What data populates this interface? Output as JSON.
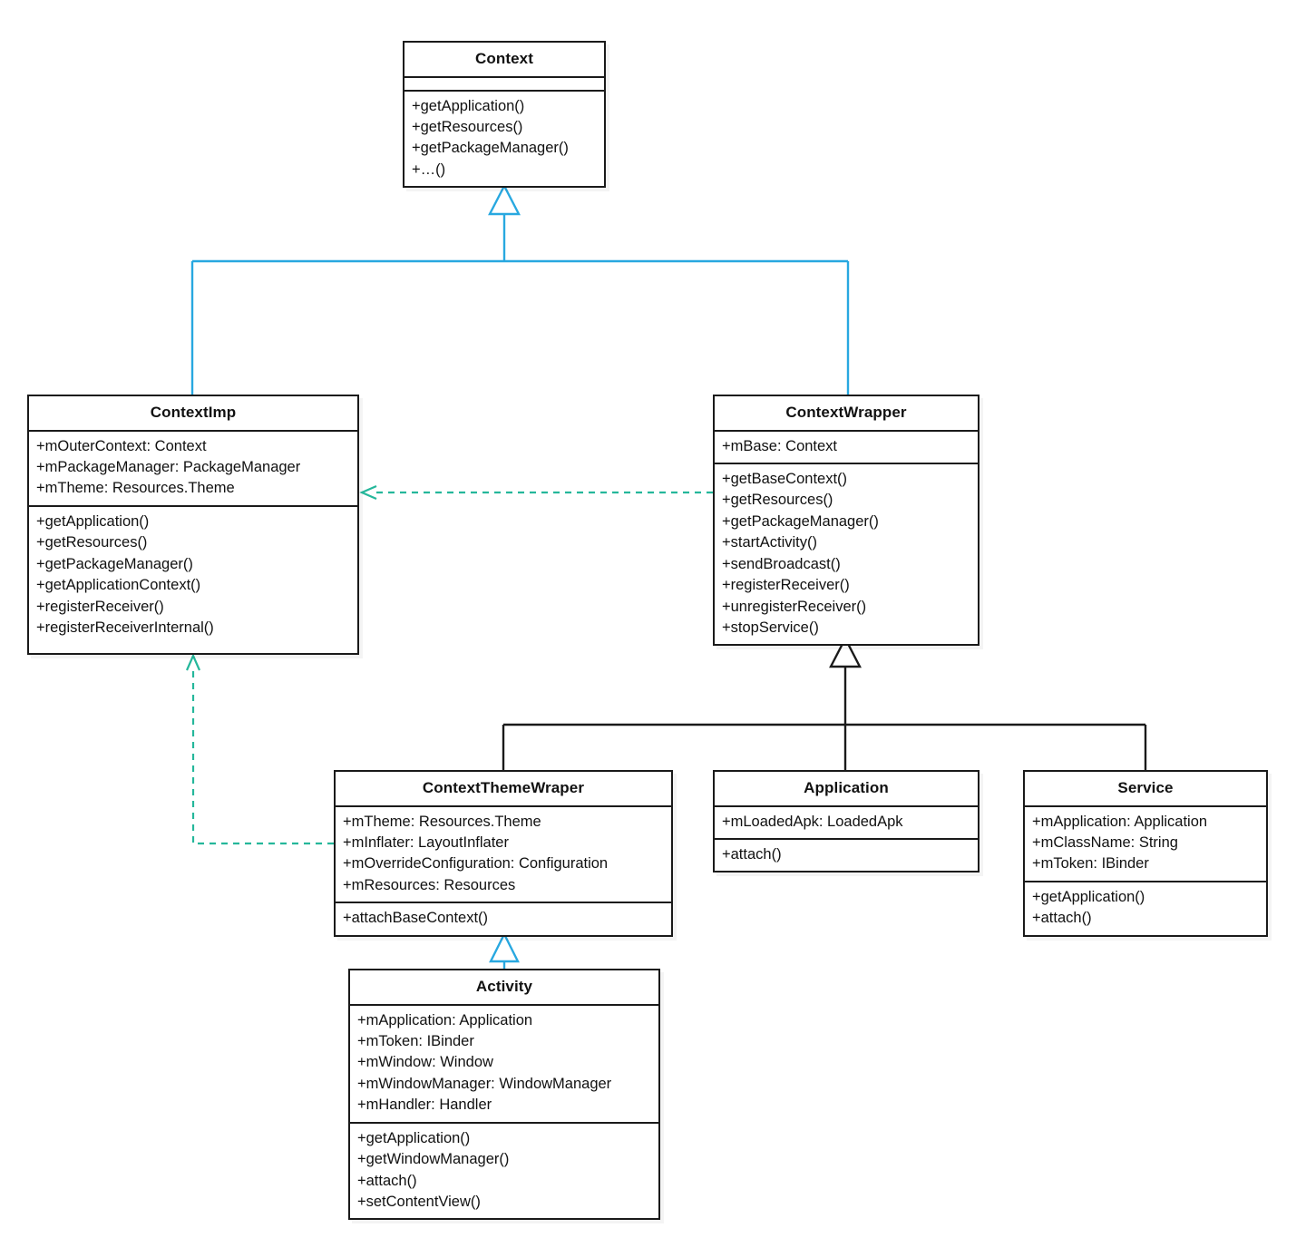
{
  "diagram": {
    "title": "Android Context class hierarchy UML diagram",
    "background": "#ffffff",
    "colors": {
      "box_border": "#1a1a1a",
      "text": "#111111",
      "inheritance_blue": "#28a8e0",
      "inheritance_black": "#1a1a1a",
      "realization_green": "#25b79b"
    }
  },
  "classes": [
    {
      "id": "context",
      "name": "Context",
      "attributes": [],
      "methods": [
        "+getApplication()",
        "+getResources()",
        "+getPackageManager()",
        "+…()"
      ]
    },
    {
      "id": "contextimp",
      "name": "ContextImp",
      "attributes": [
        "+mOuterContext: Context",
        "+mPackageManager: PackageManager",
        "+mTheme: Resources.Theme"
      ],
      "methods": [
        "+getApplication()",
        "+getResources()",
        "+getPackageManager()",
        "+getApplicationContext()",
        "+registerReceiver()",
        "+registerReceiverInternal()"
      ]
    },
    {
      "id": "contextwrapper",
      "name": "ContextWrapper",
      "attributes": [
        "+mBase: Context"
      ],
      "methods": [
        "+getBaseContext()",
        "+getResources()",
        "+getPackageManager()",
        "+startActivity()",
        "+sendBroadcast()",
        "+registerReceiver()",
        "+unregisterReceiver()",
        "+stopService()"
      ]
    },
    {
      "id": "contextthemewraper",
      "name": "ContextThemeWraper",
      "attributes": [
        "+mTheme: Resources.Theme",
        "+mInflater: LayoutInflater",
        "+mOverrideConfiguration: Configuration",
        "+mResources: Resources"
      ],
      "methods": [
        "+attachBaseContext()"
      ]
    },
    {
      "id": "application",
      "name": "Application",
      "attributes": [
        "+mLoadedApk: LoadedApk"
      ],
      "methods": [
        "+attach()"
      ]
    },
    {
      "id": "service",
      "name": "Service",
      "attributes": [
        "+mApplication: Application",
        "+mClassName: String",
        "+mToken: IBinder"
      ],
      "methods": [
        "+getApplication()",
        "+attach()"
      ]
    },
    {
      "id": "activity",
      "name": "Activity",
      "attributes": [
        "+mApplication: Application",
        "+mToken: IBinder",
        "+mWindow: Window",
        "+mWindowManager: WindowManager",
        "+mHandler: Handler"
      ],
      "methods": [
        "+getApplication()",
        "+getWindowManager()",
        "+attach()",
        "+setContentView()"
      ]
    }
  ],
  "relations": [
    {
      "from": "ContextImp",
      "to": "Context",
      "type": "inheritance",
      "color": "#28a8e0"
    },
    {
      "from": "ContextWrapper",
      "to": "Context",
      "type": "inheritance",
      "color": "#28a8e0"
    },
    {
      "from": "ContextWrapper",
      "to": "ContextImp",
      "type": "dependency",
      "color": "#25b79b"
    },
    {
      "from": "ContextThemeWraper",
      "to": "ContextImp",
      "type": "dependency",
      "color": "#25b79b"
    },
    {
      "from": "ContextThemeWraper",
      "to": "ContextWrapper",
      "type": "inheritance",
      "color": "#1a1a1a"
    },
    {
      "from": "Application",
      "to": "ContextWrapper",
      "type": "inheritance",
      "color": "#1a1a1a"
    },
    {
      "from": "Service",
      "to": "ContextWrapper",
      "type": "inheritance",
      "color": "#1a1a1a"
    },
    {
      "from": "Activity",
      "to": "ContextThemeWraper",
      "type": "inheritance",
      "color": "#28a8e0"
    }
  ]
}
